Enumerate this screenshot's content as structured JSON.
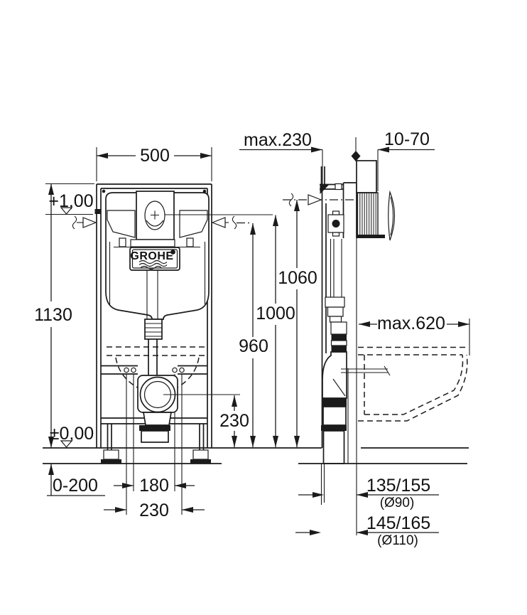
{
  "drawing": {
    "brand": "GROHE",
    "front": {
      "width": "500",
      "upper_level": "+1,00",
      "height": "1130",
      "floor_level": "±0,00",
      "foot_adjustment": "0-200",
      "fixing_spacing_inner": "180",
      "fixing_spacing_outer": "230"
    },
    "levels": {
      "drain_center": "230",
      "flush_pipe": "960",
      "plate_center": "1000",
      "frame_top": "1060"
    },
    "side": {
      "frame_depth": "max.230",
      "wall_finish_range": "10-70",
      "bowl_projection": "max.620",
      "outlet90_offset": "135/155",
      "outlet90_dia": "(Ø90)",
      "outlet110_offset": "145/165",
      "outlet110_dia": "(Ø110)"
    }
  }
}
